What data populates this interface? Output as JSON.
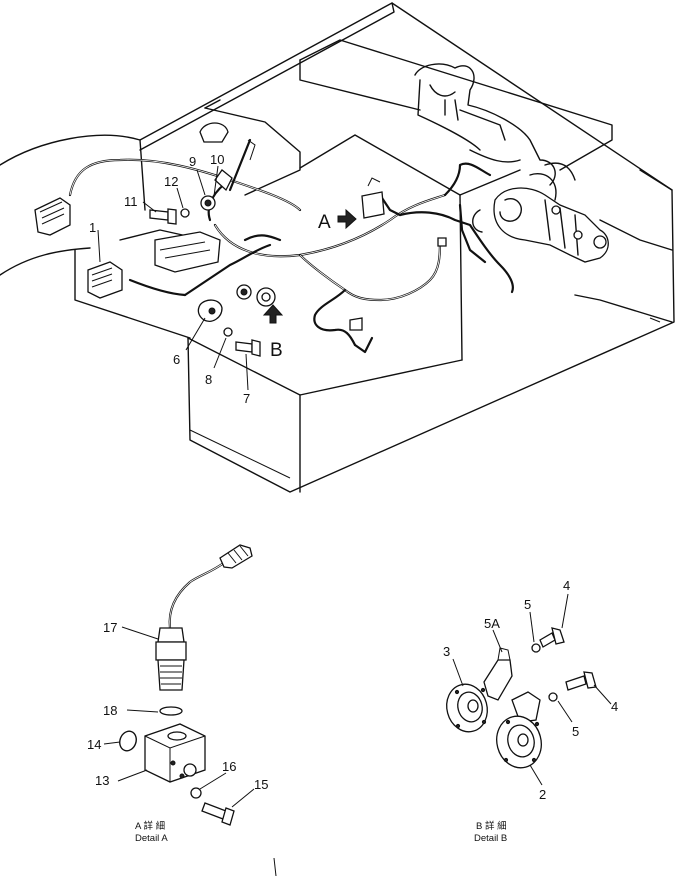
{
  "main_view": {
    "labels": {
      "p1": "1",
      "p6": "6",
      "p7": "7",
      "p8": "8",
      "p9": "9",
      "p10": "10",
      "p11": "11",
      "p12": "12"
    },
    "view_a": "A",
    "view_b": "B"
  },
  "detail_a": {
    "labels": {
      "p13": "13",
      "p14": "14",
      "p15": "15",
      "p16": "16",
      "p17": "17",
      "p18": "18"
    },
    "caption_jp": "A  詳  細",
    "caption_en": "Detail A"
  },
  "detail_b": {
    "labels": {
      "p2": "2",
      "p3": "3",
      "p4a": "4",
      "p4b": "4",
      "p5a": "5",
      "p5b": "5",
      "p5A": "5A"
    },
    "caption_jp": "B  詳  細",
    "caption_en": "Detail B"
  },
  "icons": [
    "arrow-right-icon",
    "arrow-up-icon"
  ],
  "colors": {
    "ink": "#111111",
    "paper": "#ffffff"
  }
}
